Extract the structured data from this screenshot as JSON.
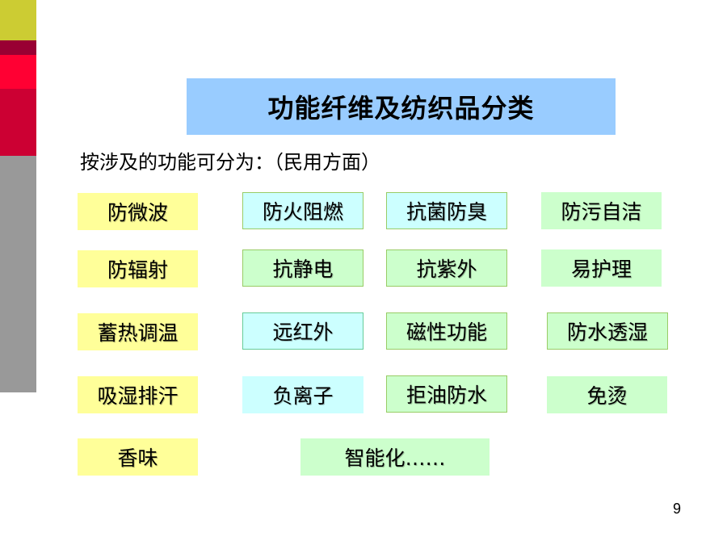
{
  "slide": {
    "title": "功能纤维及纺织品分类",
    "subtitle": "按涉及的功能可分为：（民用方面）",
    "page_number": "9"
  },
  "colors": {
    "title_bg": "#99ccff",
    "yellow": "#ffff99",
    "green": "#ccffcc",
    "cyan": "#ccffff",
    "bar_yellow": "#cccc33",
    "bar_darkred": "#990033",
    "bar_red": "#ff0033",
    "bar_crimson": "#cc0033",
    "bar_gray": "#999999"
  },
  "functions": {
    "r1": [
      "防微波",
      "防火阻燃",
      "抗菌防臭",
      "防污自洁"
    ],
    "r2": [
      "防辐射",
      "抗静电",
      "抗紫外",
      "易护理"
    ],
    "r3": [
      "蓄热调温",
      "远红外",
      "磁性功能",
      "防水透湿"
    ],
    "r4": [
      "吸湿排汗",
      "负离子",
      "拒油防水",
      "免烫"
    ],
    "r5": [
      "香味",
      "智能化……"
    ]
  }
}
